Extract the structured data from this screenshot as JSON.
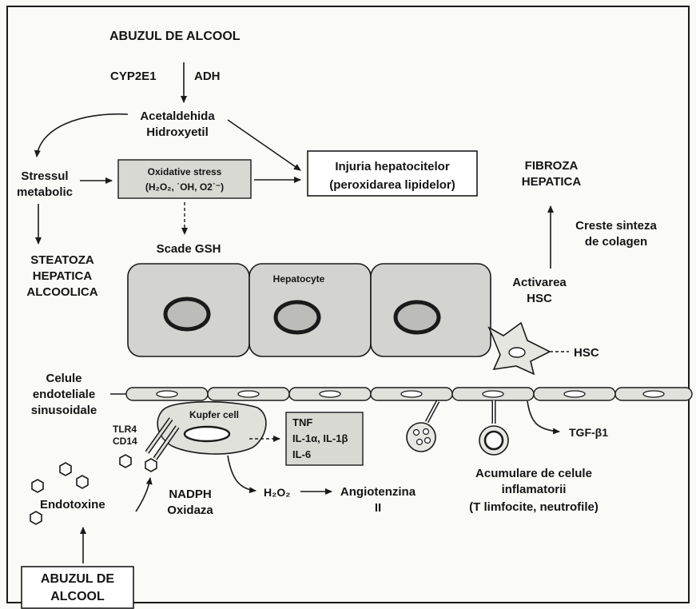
{
  "figure": {
    "abuse_top": "ABUZUL DE ALCOOL",
    "cyp": "CYP2E1",
    "adh": "ADH",
    "acetaldehyde_line1": "Acetaldehida",
    "acetaldehyde_line2": "Hidroxyetil",
    "stress_line1": "Stressul",
    "stress_line2": "metabolic",
    "oxidative_line1": "Oxidative stress",
    "oxidative_line2": "(H₂O₂, ˙OH, O2˙⁻)",
    "injury_line1": "Injuria hepatocitelor",
    "injury_line2": "(peroxidarea lipidelor)",
    "fibrosis_line1": "FIBROZA",
    "fibrosis_line2": "HEPATICA",
    "collagen_line1": "Creste sinteza",
    "collagen_line2": "de colagen",
    "gsh": "Scade GSH",
    "steatosis_line1": "STEATOZA",
    "steatosis_line2": "HEPATICA",
    "steatosis_line3": "ALCOOLICA",
    "hepatocyte": "Hepatocyte",
    "activation_line1": "Activarea",
    "activation_line2": "HSC",
    "hsc": "HSC",
    "endothelial_line1": "Celule",
    "endothelial_line2": "endoteliale",
    "endothelial_line3": "sinusoidale",
    "kupffer": "Kupfer cell",
    "cytokine_1": "TNF",
    "cytokine_2": "IL-1α, IL-1β",
    "cytokine_3": "IL-6",
    "tgf": "TGF-β1",
    "tlr4": "TLR4",
    "cd14": "CD14",
    "nadph_line1": "NADPH",
    "nadph_line2": "Oxidaza",
    "h2o2": "H₂O₂",
    "angiotensin_line1": "Angiotenzina",
    "angiotensin_line2": "II",
    "inflam_line1": "Acumulare de celule",
    "inflam_line2": "inflamatorii",
    "inflam_line3": "(T limfocite,  neutrofile)",
    "endotoxin": "Endotoxine",
    "abuse_bottom_line1": "ABUZUL DE",
    "abuse_bottom_line2": "ALCOOL"
  }
}
